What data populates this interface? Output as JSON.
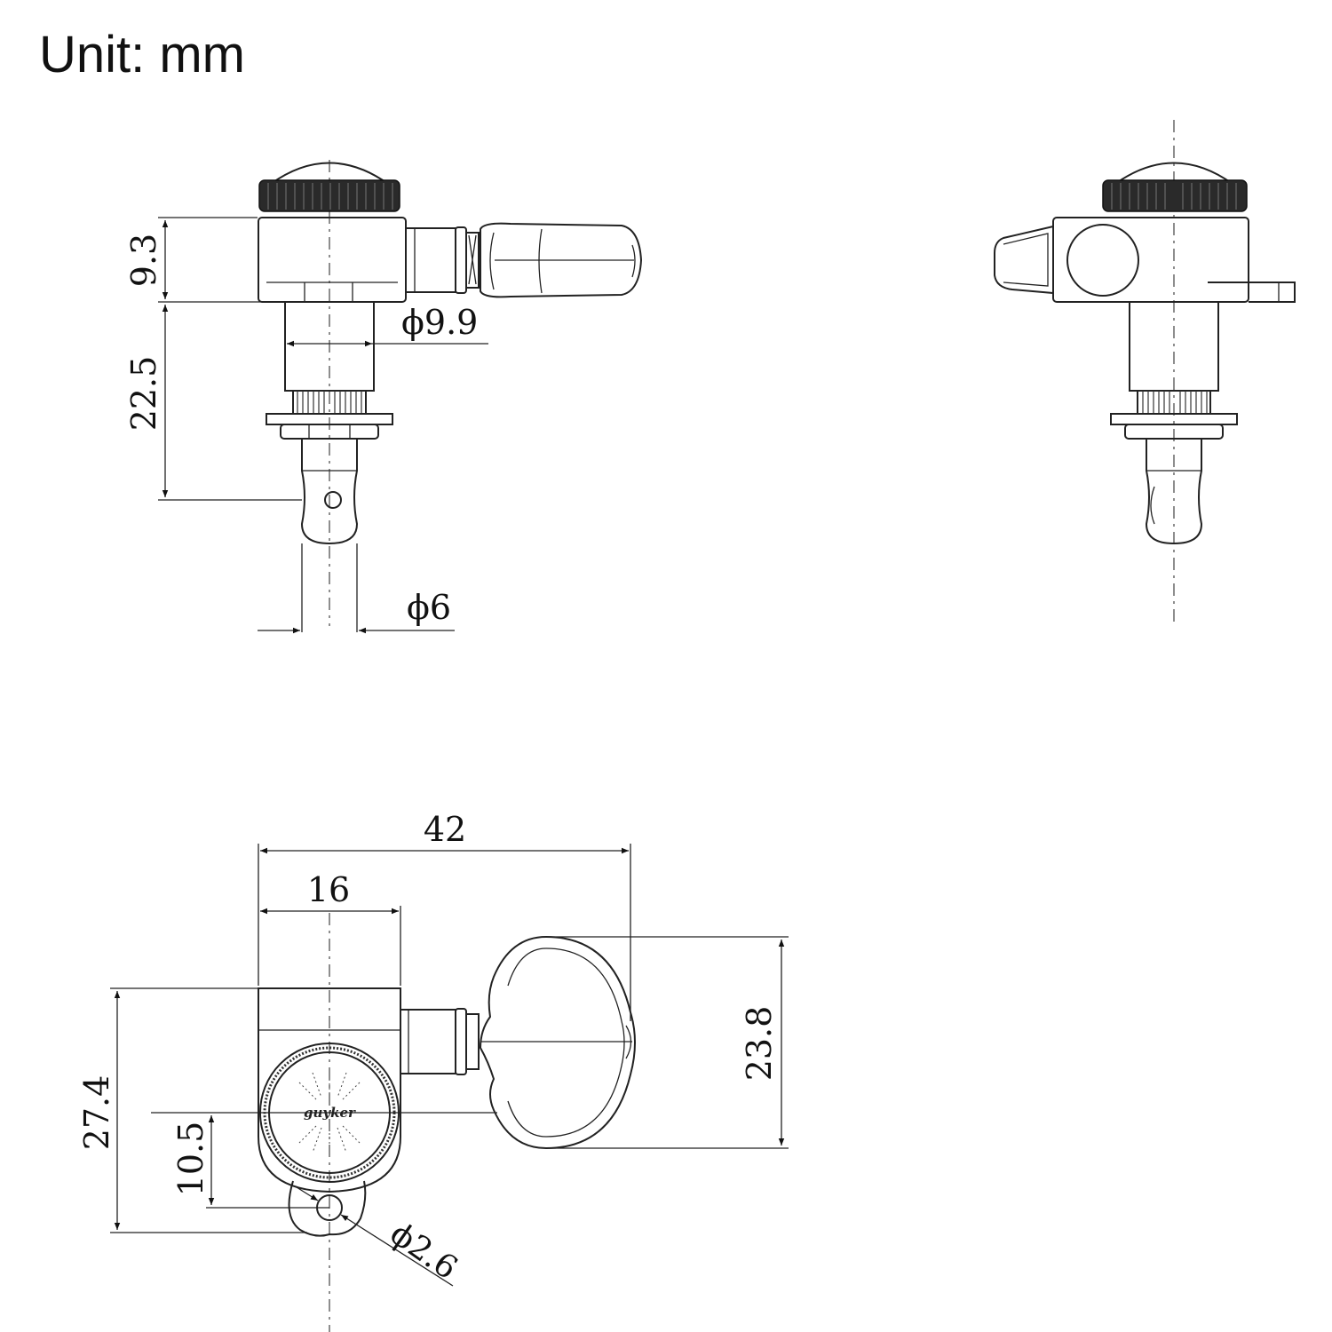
{
  "title": "Unit: mm",
  "dimensions": {
    "collar_height": "9.3",
    "post_length": "22.5",
    "bushing_diameter": "ϕ9.9",
    "post_diameter": "ϕ6",
    "overall_length": "42",
    "housing_width": "16",
    "overall_width": "27.4",
    "screw_offset": "10.5",
    "button_height": "23.8",
    "screw_hole": "ϕ2.6"
  },
  "logo": {
    "text": "guyker"
  },
  "colors": {
    "line": "#222222",
    "knurl": "#2a2a2a",
    "background": "#ffffff"
  }
}
